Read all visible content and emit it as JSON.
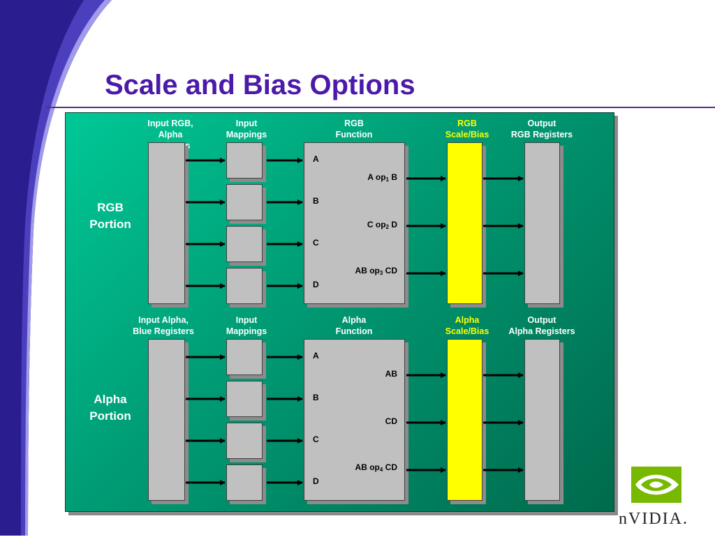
{
  "title": "Scale and Bias Options",
  "colors": {
    "title": "#4b1aa8",
    "panel": "#00a07a",
    "highlight": "#ffff00",
    "box": "#c0c0c0",
    "brand": "#76b900"
  },
  "rgb": {
    "section_line1": "RGB",
    "section_line2": "Portion",
    "col_inputs": [
      "Input RGB,",
      "Alpha",
      "Registers"
    ],
    "col_mappings": [
      "Input",
      "Mappings"
    ],
    "col_function": [
      "RGB",
      "Function"
    ],
    "col_scale": [
      "RGB",
      "Scale/Bias"
    ],
    "col_output": [
      "Output",
      "RGB Registers"
    ],
    "func_inputs": [
      "A",
      "B",
      "C",
      "D"
    ],
    "func_outputs": [
      {
        "pre": "A op",
        "sub": "1",
        "post": " B"
      },
      {
        "pre": "C op",
        "sub": "2",
        "post": " D"
      },
      {
        "pre": "AB op",
        "sub": "3",
        "post": " CD"
      }
    ]
  },
  "alpha": {
    "section_line1": "Alpha",
    "section_line2": "Portion",
    "col_inputs": [
      "Input Alpha,",
      "Blue Registers"
    ],
    "col_mappings": [
      "Input",
      "Mappings"
    ],
    "col_function": [
      "Alpha",
      "Function"
    ],
    "col_scale": [
      "Alpha",
      "Scale/Bias"
    ],
    "col_output": [
      "Output",
      "Alpha Registers"
    ],
    "func_inputs": [
      "A",
      "B",
      "C",
      "D"
    ],
    "func_outputs": [
      {
        "pre": "AB",
        "sub": "",
        "post": ""
      },
      {
        "pre": "CD",
        "sub": "",
        "post": ""
      },
      {
        "pre": "AB op",
        "sub": "4",
        "post": " CD"
      }
    ]
  },
  "logo_text": "nVIDIA."
}
